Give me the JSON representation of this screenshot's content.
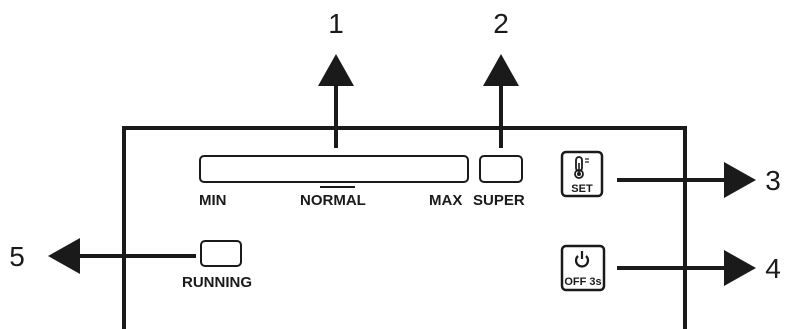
{
  "callouts": {
    "n1": "1",
    "n2": "2",
    "n3": "3",
    "n4": "4",
    "n5": "5"
  },
  "panel": {
    "scale_min": "MIN",
    "scale_normal": "NORMAL",
    "scale_max": "MAX",
    "super_label": "SUPER",
    "running_label": "RUNNING",
    "set_button_label": "SET",
    "off_button_label": "OFF 3s"
  },
  "icons": {
    "set_button_icon": "thermometer-icon",
    "off_button_icon": "power-icon"
  },
  "colors": {
    "stroke": "#1a1a1a",
    "background": "#ffffff"
  }
}
